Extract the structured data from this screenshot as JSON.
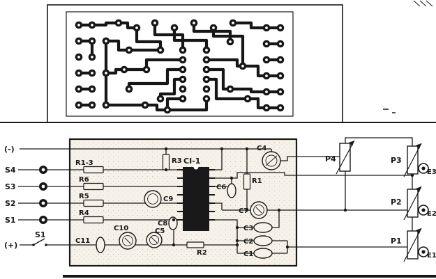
{
  "colors": {
    "ink": "#191919",
    "paper": "#ffffff",
    "board_fill": "#f6f2e9"
  },
  "labels": {
    "minus": "(-)",
    "plus": "(+)",
    "s4": "S4",
    "s3": "S3",
    "s2": "S2",
    "s1": "S1",
    "switch_s1": "S1",
    "r_group": "R1-3",
    "r6": "R6",
    "r5": "R5",
    "r4": "R4",
    "r3": "R3",
    "r1": "R1",
    "r2": "R2",
    "c1": "C1",
    "c2": "C2",
    "c3": "C3",
    "c4": "C4",
    "c5": "C5",
    "c6": "C6",
    "c7": "C7",
    "c8": "C8",
    "c9": "C9",
    "c10": "C10",
    "c11": "C11",
    "ic": "CI-1",
    "p1": "P1",
    "p2": "P2",
    "p3": "P3",
    "p4": "P4",
    "e1": "E1",
    "e2": "E2",
    "e3": "E3"
  }
}
